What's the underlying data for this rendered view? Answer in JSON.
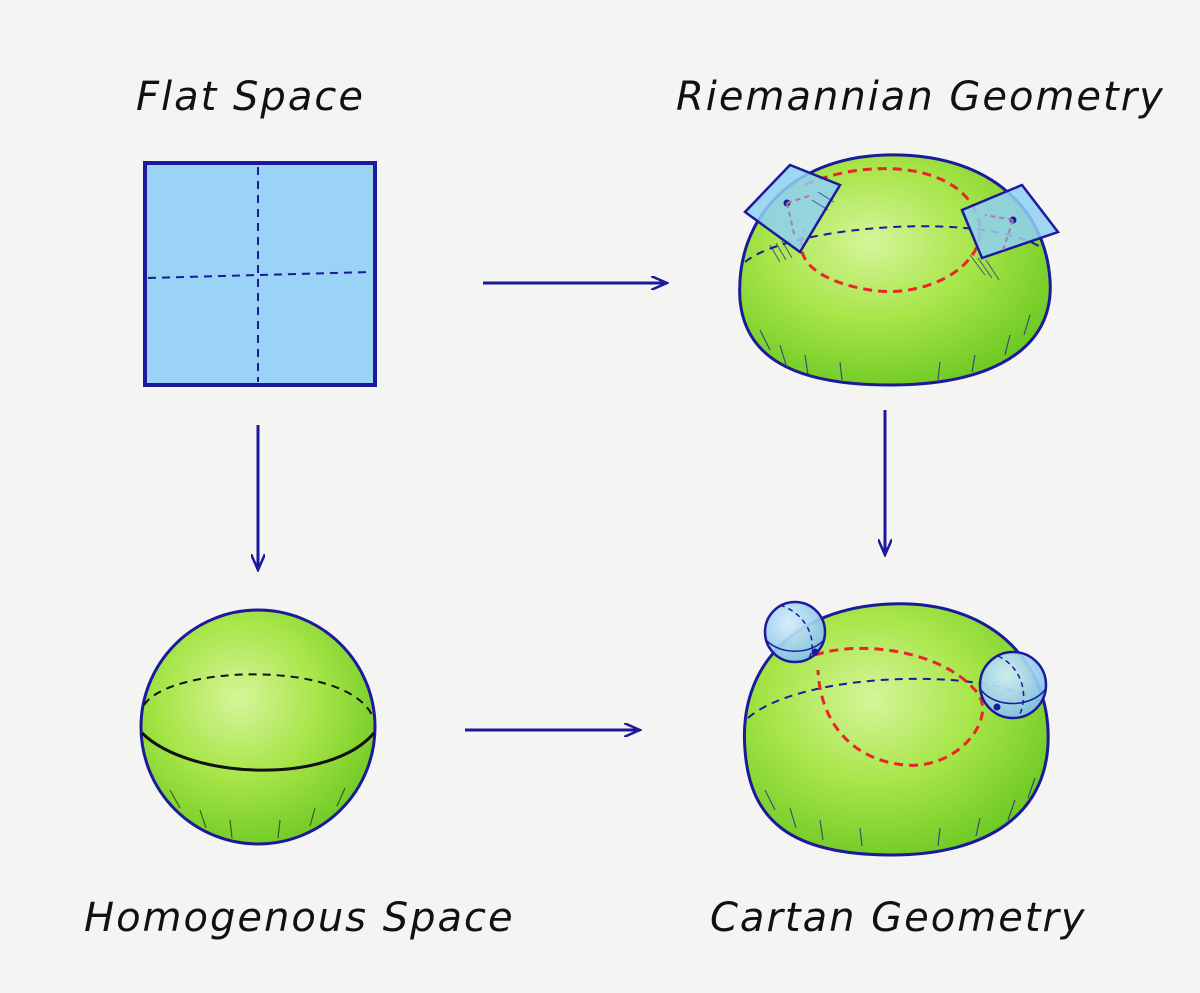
{
  "labels": {
    "flat_space": "Flat Space",
    "riemannian": "Riemannian Geometry",
    "homogenous": "Homogenous Space",
    "cartan": "Cartan Geometry"
  },
  "colors": {
    "outline": "#1c1a9a",
    "green": "#8fdc2c",
    "green_light": "#c5f06a",
    "blue_square": "#8fd0f5",
    "red_path": "#e8262a",
    "background": "#f4f4f2"
  }
}
